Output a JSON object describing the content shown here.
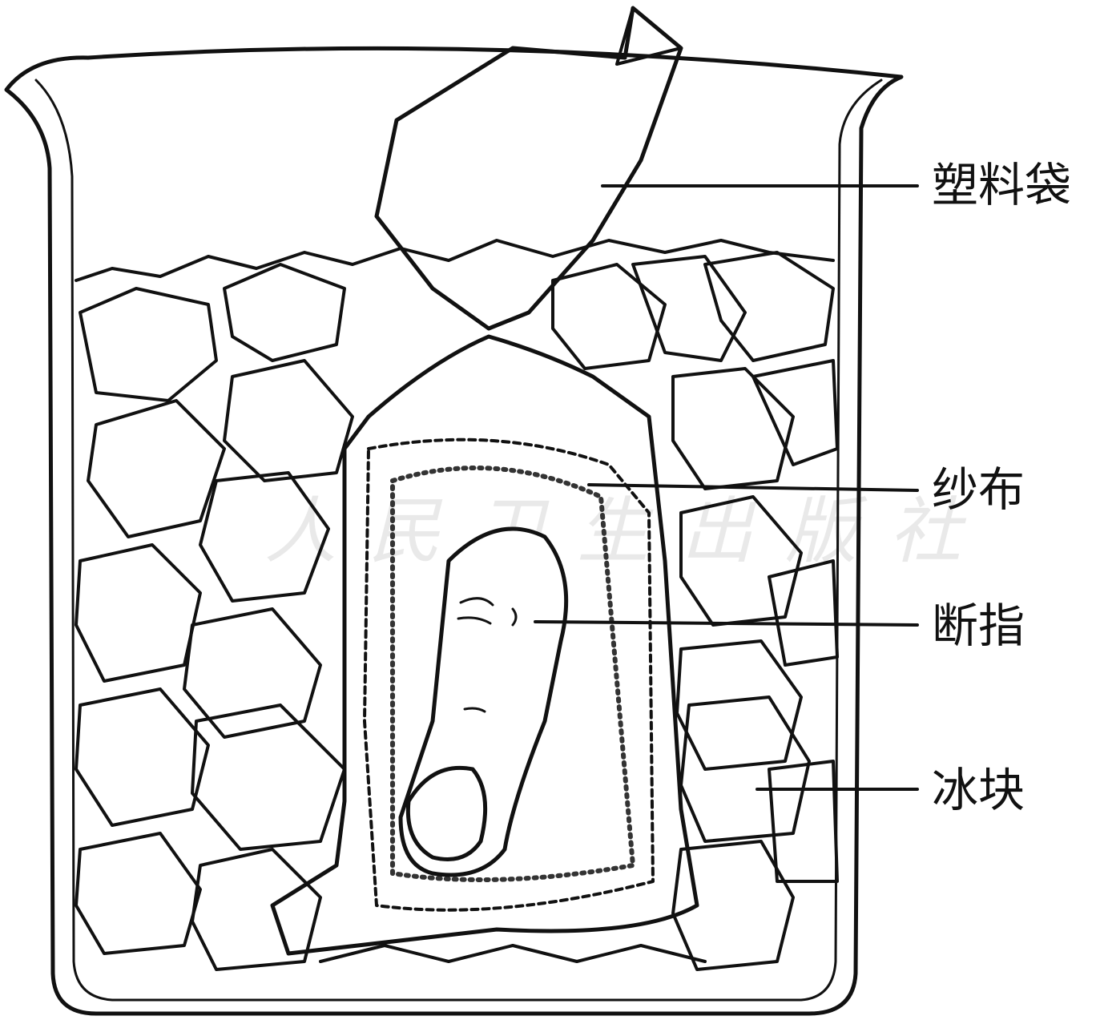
{
  "labels": {
    "plastic_bag": "塑料袋",
    "gauze": "纱布",
    "severed_finger": "断指",
    "ice_cubes": "冰块"
  },
  "watermark": "人民卫生出版社",
  "colors": {
    "ink": "#111111",
    "paper": "#ffffff"
  }
}
